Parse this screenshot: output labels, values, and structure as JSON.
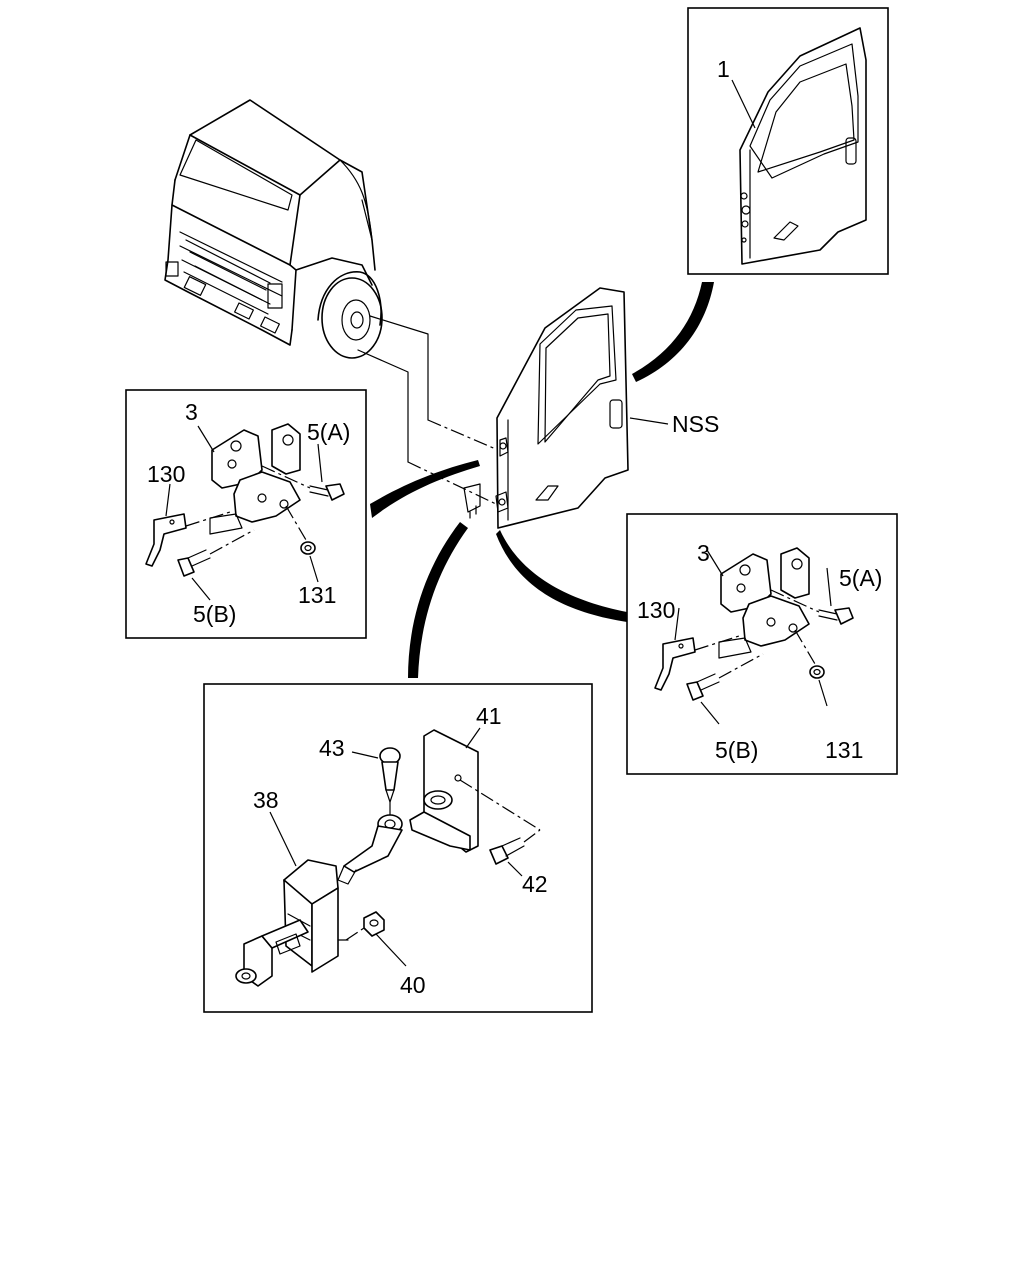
{
  "labels": {
    "door_part": "1",
    "nss": "NSS",
    "hinge_left": "3",
    "bolt_a_left": "5(A)",
    "plate_left": "130",
    "bolt_b_left": "5(B)",
    "nut_left": "131",
    "hinge_right": "3",
    "bolt_a_right": "5(A)",
    "plate_right": "130",
    "bolt_b_right": "5(B)",
    "nut_right": "131",
    "bracket": "41",
    "pin": "43",
    "checker": "38",
    "bolt_42": "42",
    "nut_40": "40"
  }
}
